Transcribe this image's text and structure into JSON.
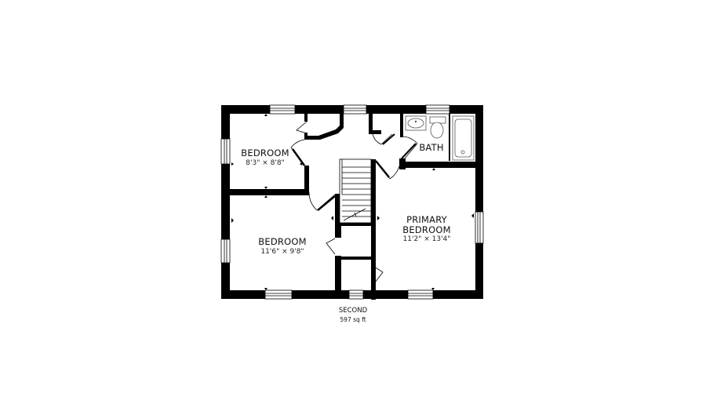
{
  "floor": {
    "name": "SECOND",
    "area": "597 sq ft"
  },
  "rooms": [
    {
      "name": "BEDROOM",
      "dimensions": "8'3\" × 8'8\""
    },
    {
      "name": "BEDROOM",
      "dimensions": "11'6\" × 9'8\""
    },
    {
      "name": "PRIMARY",
      "name2": "BEDROOM",
      "dimensions": "11'2\" × 13'4\""
    },
    {
      "name": "BATH"
    }
  ],
  "colors": {
    "wall": "#000000",
    "background": "#ffffff",
    "fixture_line": "#555555"
  }
}
